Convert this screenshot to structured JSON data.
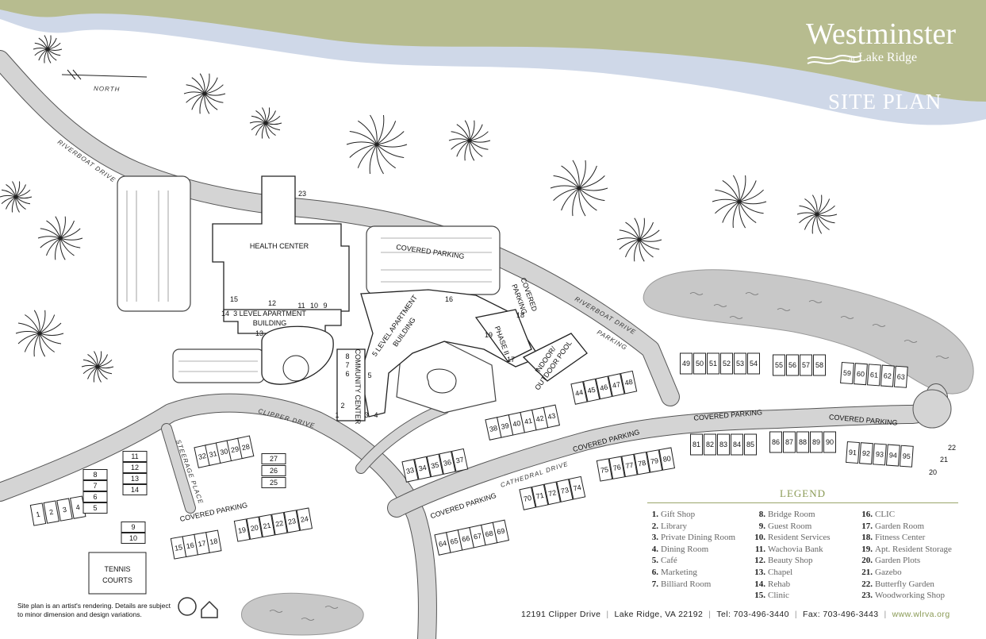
{
  "brand": {
    "name": "Westminster",
    "at": "at",
    "place": "Lake Ridge",
    "map_title": "SITE PLAN"
  },
  "compass": {
    "label": "NORTH"
  },
  "roads": {
    "riverboat_drive": "RIVERBOAT DRIVE",
    "clipper_drive": "CLIPPER DRIVE",
    "steerage_place": "STEERAGE PLACE",
    "cathedral_drive": "CATHEDRAL DRIVE",
    "riverboat_drive_parking_a": "RIVERBOAT DRIVE",
    "riverboat_drive_parking_b": "PARKING"
  },
  "buildings": {
    "health_center": "HEALTH CENTER",
    "apt3_line1": "3 LEVEL APARTMENT",
    "apt3_line2": "BUILDING",
    "apt5_line1": "5 LEVEL APARTMENT",
    "apt5_line2": "BUILDING",
    "community_center": "COMMUNITY CENTER",
    "phase2": "PHASE II",
    "pool_line1": "INDOOR/",
    "pool_line2": "OUTDOOR POOL",
    "tennis_line1": "TENNIS",
    "tennis_line2": "COURTS"
  },
  "parking": {
    "covered": "COVERED PARKING",
    "covered_a": "COVERED",
    "covered_b": "PARKING"
  },
  "building_numbers": [
    "1",
    "2",
    "3",
    "4",
    "5",
    "6",
    "7",
    "8",
    "9",
    "10",
    "11",
    "12",
    "13",
    "14",
    "15",
    "16",
    "17",
    "18",
    "19",
    "20",
    "21",
    "22",
    "23"
  ],
  "legend": {
    "title": "LEGEND",
    "col1": [
      {
        "n": "1.",
        "name": "Gift Shop"
      },
      {
        "n": "2.",
        "name": "Library"
      },
      {
        "n": "3.",
        "name": "Private Dining Room"
      },
      {
        "n": "4.",
        "name": "Dining Room"
      },
      {
        "n": "5.",
        "name": "Café"
      },
      {
        "n": "6.",
        "name": "Marketing"
      },
      {
        "n": "7.",
        "name": "Billiard Room"
      }
    ],
    "col2": [
      {
        "n": "8.",
        "name": "Bridge Room"
      },
      {
        "n": "9.",
        "name": "Guest Room"
      },
      {
        "n": "10.",
        "name": "Resident Services"
      },
      {
        "n": "11.",
        "name": "Wachovia Bank"
      },
      {
        "n": "12.",
        "name": "Beauty Shop"
      },
      {
        "n": "13.",
        "name": "Chapel"
      },
      {
        "n": "14.",
        "name": "Rehab"
      },
      {
        "n": "15.",
        "name": "Clinic"
      }
    ],
    "col3": [
      {
        "n": "16.",
        "name": "CLIC"
      },
      {
        "n": "17.",
        "name": "Garden Room"
      },
      {
        "n": "18.",
        "name": "Fitness Center"
      },
      {
        "n": "19.",
        "name": "Apt. Resident Storage"
      },
      {
        "n": "20.",
        "name": "Garden Plots"
      },
      {
        "n": "21.",
        "name": "Gazebo"
      },
      {
        "n": "22.",
        "name": "Butterfly Garden"
      },
      {
        "n": "23.",
        "name": "Woodworking Shop"
      }
    ]
  },
  "disclaimer": "Site plan is an artist's rendering. Details are subject to minor dimension and design variations.",
  "footer": {
    "address": "12191 Clipper Drive",
    "city": "Lake Ridge, VA 22192",
    "tel": "Tel: 703-496-3440",
    "fax": "Fax: 703-496-3443",
    "web": "www.wlrva.org"
  },
  "colors": {
    "header_green": "#b7bc8f",
    "header_blue": "#cfd8e8",
    "pond": "#c8c8c8",
    "road": "#d4d4d4",
    "legend_accent": "#8a9a55"
  },
  "cottage_rows": [
    {
      "ids": [
        "1",
        "2",
        "3",
        "4"
      ]
    },
    {
      "ids": [
        "8",
        "7",
        "6",
        "5"
      ]
    },
    {
      "ids": [
        "11",
        "12",
        "13",
        "14"
      ]
    },
    {
      "ids": [
        "9",
        "10"
      ]
    },
    {
      "ids": [
        "15",
        "16",
        "17",
        "18"
      ]
    },
    {
      "ids": [
        "19",
        "20",
        "21",
        "22",
        "23",
        "24"
      ]
    },
    {
      "ids": [
        "27",
        "26",
        "25"
      ]
    },
    {
      "ids": [
        "32",
        "31",
        "30",
        "29",
        "28"
      ]
    },
    {
      "ids": [
        "33",
        "34",
        "35",
        "36",
        "37"
      ]
    },
    {
      "ids": [
        "38",
        "39",
        "40",
        "41",
        "42",
        "43"
      ]
    },
    {
      "ids": [
        "44",
        "45",
        "46",
        "47",
        "48"
      ]
    },
    {
      "ids": [
        "49",
        "50",
        "51",
        "52",
        "53",
        "54"
      ]
    },
    {
      "ids": [
        "55",
        "56",
        "57",
        "58"
      ]
    },
    {
      "ids": [
        "59",
        "60",
        "61",
        "62",
        "63"
      ]
    },
    {
      "ids": [
        "64",
        "65",
        "66",
        "67",
        "68",
        "69"
      ]
    },
    {
      "ids": [
        "70",
        "71",
        "72",
        "73",
        "74"
      ]
    },
    {
      "ids": [
        "75",
        "76",
        "77",
        "78",
        "79",
        "80"
      ]
    },
    {
      "ids": [
        "81",
        "82",
        "83",
        "84",
        "85"
      ]
    },
    {
      "ids": [
        "86",
        "87",
        "88",
        "89",
        "90"
      ]
    },
    {
      "ids": [
        "91",
        "92",
        "93",
        "94",
        "95"
      ]
    }
  ]
}
